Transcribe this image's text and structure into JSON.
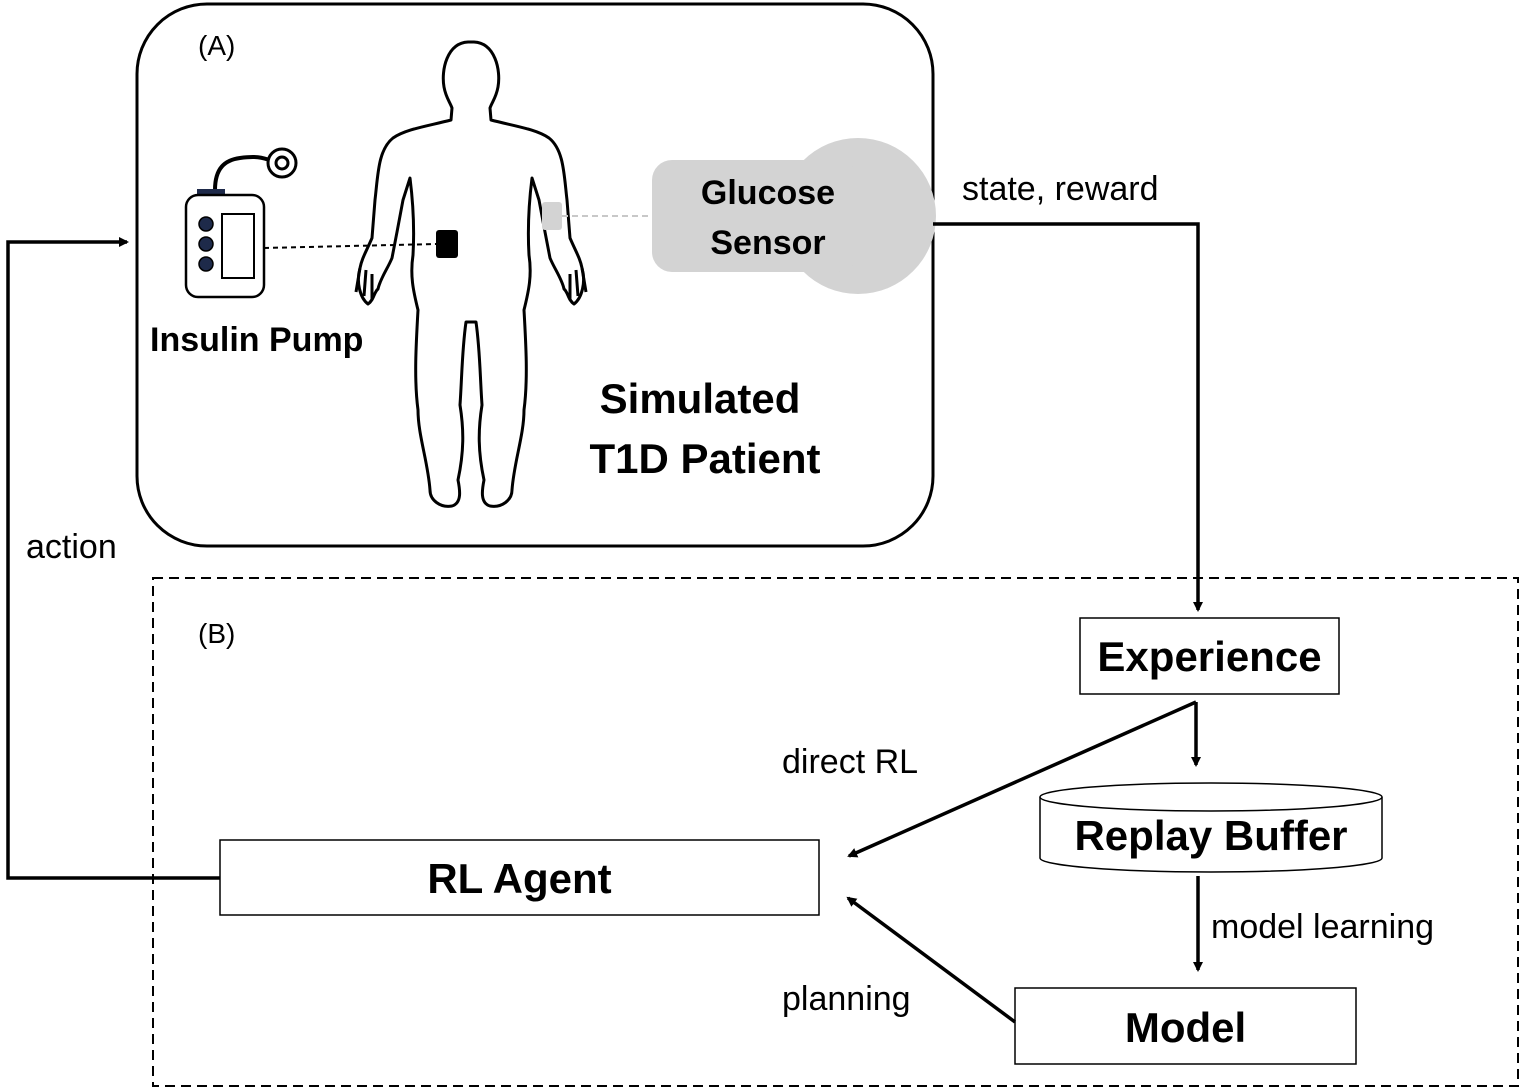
{
  "panel_a": {
    "tag": "(A)",
    "insulin_pump_label": "Insulin Pump",
    "glucose_sensor_line1": "Glucose",
    "glucose_sensor_line2": "Sensor",
    "patient_line1": "Simulated",
    "patient_line2": "T1D Patient"
  },
  "panel_b": {
    "tag": "(B)",
    "experience": "Experience",
    "replay_buffer": "Replay Buffer",
    "model": "Model",
    "rl_agent": "RL Agent"
  },
  "edges": {
    "state_reward": "state, reward",
    "action": "action",
    "direct_rl": "direct RL",
    "model_learning": "model learning",
    "planning": "planning"
  },
  "icons": [
    "human-body-outline-icon",
    "insulin-pump-icon",
    "glucose-sensor-icon",
    "database-cylinder-icon"
  ]
}
